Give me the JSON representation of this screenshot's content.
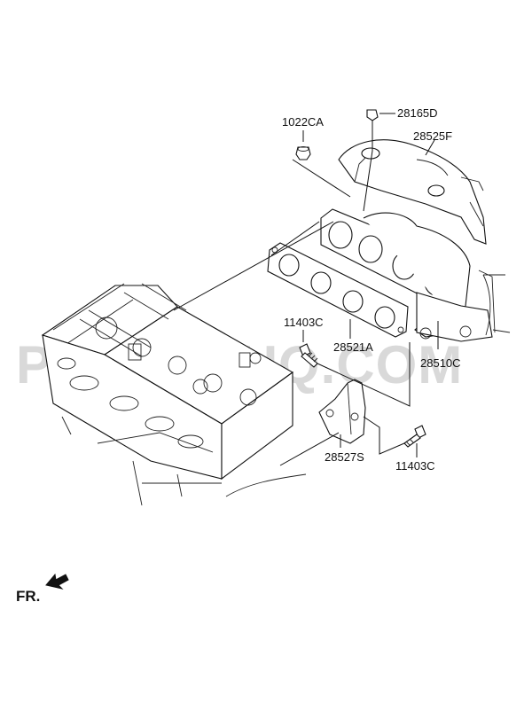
{
  "watermark": "PARTSOUQ.COM",
  "direction_label": "FR.",
  "callouts": [
    {
      "id": "1022CA",
      "text": "1022CA"
    },
    {
      "id": "28165D",
      "text": "28165D"
    },
    {
      "id": "28525F",
      "text": "28525F"
    },
    {
      "id": "11403C_top",
      "text": "11403C"
    },
    {
      "id": "28521A",
      "text": "28521A"
    },
    {
      "id": "28510C",
      "text": "28510C"
    },
    {
      "id": "28527S",
      "text": "28527S"
    },
    {
      "id": "11403C_bottom",
      "text": "11403C"
    }
  ]
}
